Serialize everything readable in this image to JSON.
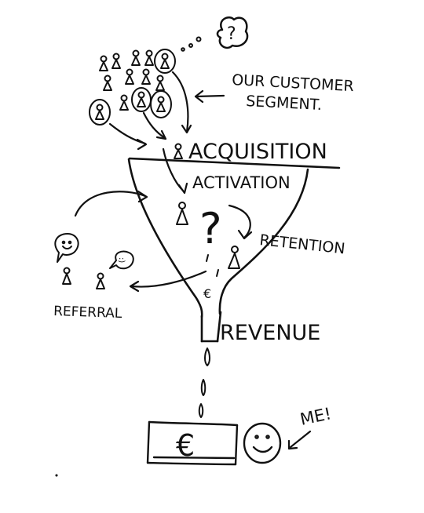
{
  "labels": {
    "segment_line1": "OUR CUSTOMER",
    "segment_line2": "SEGMENT.",
    "unknown": "?",
    "acquisition": "ACQUISITION",
    "activation": "ACTIVATION",
    "retention": "RETENTION",
    "referral": "REFERRAL",
    "revenue": "REVENUE",
    "euro": "€",
    "money_euro": "€",
    "me": "ME!",
    "question": "?",
    "smiley_text": ":)"
  },
  "colors": {
    "ink": "#111111",
    "paper": "#ffffff"
  }
}
